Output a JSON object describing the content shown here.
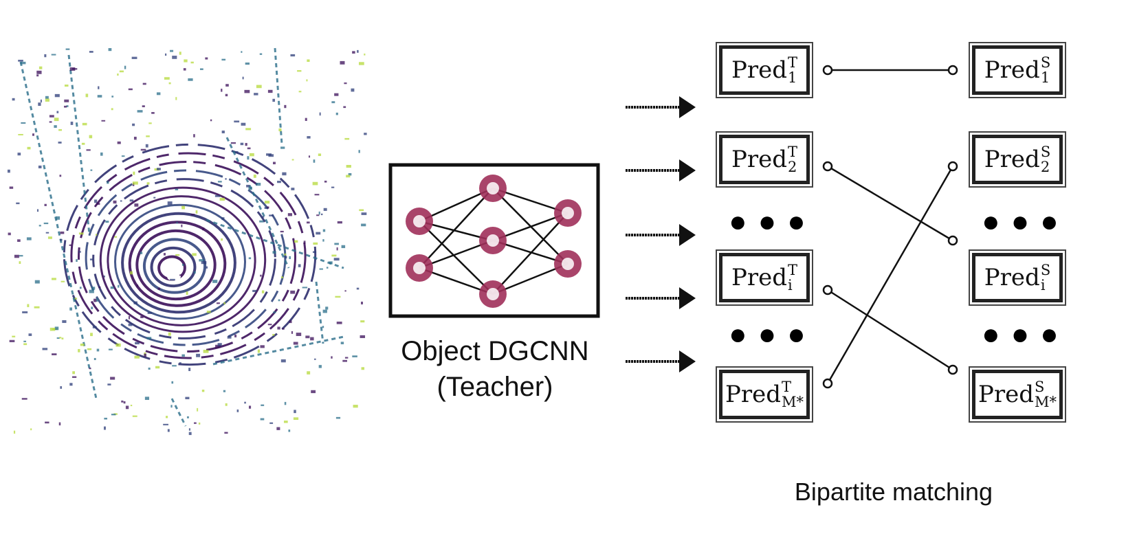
{
  "teacher": {
    "line1": "Object DGCNN",
    "line2": "(Teacher)"
  },
  "matching_label": "Bipartite matching",
  "pred_base": "Pred",
  "teacher_preds": [
    {
      "sup": "T",
      "sub": "1"
    },
    {
      "sup": "T",
      "sub": "2"
    },
    {
      "sup": "T",
      "sub": "i"
    },
    {
      "sup": "T",
      "sub": "M*"
    }
  ],
  "student_preds": [
    {
      "sup": "S",
      "sub": "1"
    },
    {
      "sup": "S",
      "sub": "2"
    },
    {
      "sup": "S",
      "sub": "i"
    },
    {
      "sup": "S",
      "sub": "M*"
    }
  ],
  "colors": {
    "node": "#a0305a",
    "lidar_dark": "#3b0f5a",
    "lidar_mid": "#2a6e8a",
    "lidar_light": "#b5d93a"
  }
}
